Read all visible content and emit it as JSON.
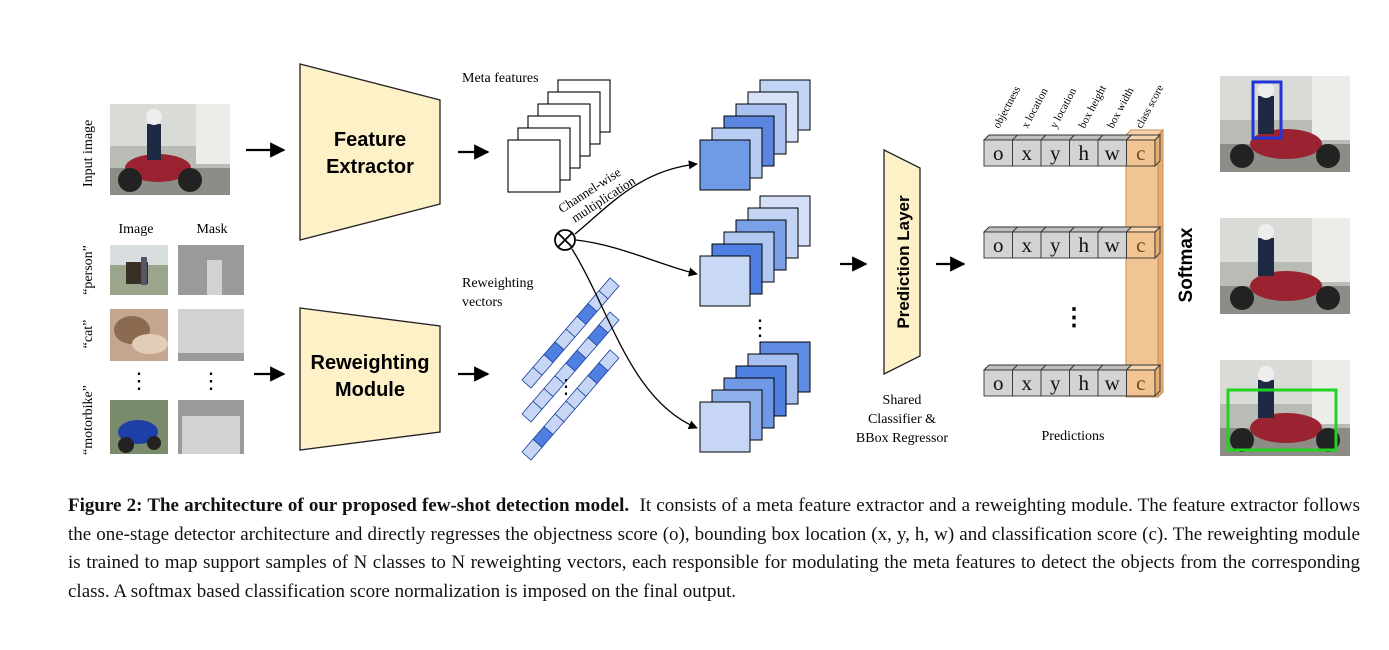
{
  "labels": {
    "input_image": "Input image",
    "image_col": "Image",
    "mask_col": "Mask",
    "support_classes": [
      "“person”",
      "“cat”",
      "“motorbike”"
    ],
    "feature_extractor": [
      "Feature",
      "Extractor"
    ],
    "reweighting_module": [
      "Reweighting",
      "Module"
    ],
    "meta_features": "Meta features",
    "reweighting_vectors": [
      "Reweighting",
      "vectors"
    ],
    "channel_wise": [
      "Channel-wise",
      "multiplication"
    ],
    "prediction_layer": "Prediction Layer",
    "shared": [
      "Shared",
      "Classifier &",
      "BBox Regressor"
    ],
    "column_headers": [
      "objectness",
      "x location",
      "y location",
      "box height",
      "box width",
      "class score"
    ],
    "cells": [
      "o",
      "x",
      "y",
      "h",
      "w",
      "c"
    ],
    "predictions": "Predictions",
    "softmax": "Softmax"
  },
  "caption": {
    "title": "Figure 2: The architecture of our proposed few-shot detection model.",
    "body": "It consists of a meta feature extractor and a reweighting module. The feature extractor follows the one-stage detector architecture and directly regresses the objectness score (o), bounding box location (x, y, h, w) and classification score (c). The reweighting module is trained to map support samples of N classes to N reweighting vectors, each responsible for modulating the meta features to detect the objects from the corresponding class. A softmax based classification score normalization is imposed on the final output."
  },
  "colors": {
    "module_fill": "#fdf1c8",
    "vector_dark": "#4f7fe0",
    "vector_light": "#c6d6f4",
    "cell_fill": "#d3d3d3",
    "class_column": "#f2c491",
    "bbox_blue": "#1f35d8",
    "bbox_green": "#22d222"
  }
}
